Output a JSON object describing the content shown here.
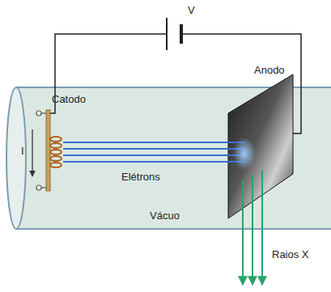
{
  "diagram": {
    "labels": [
      "V",
      "Catodo",
      "I",
      "Elétrons",
      "Vácuo",
      "Anodo",
      "Raios X"
    ]
  }
}
